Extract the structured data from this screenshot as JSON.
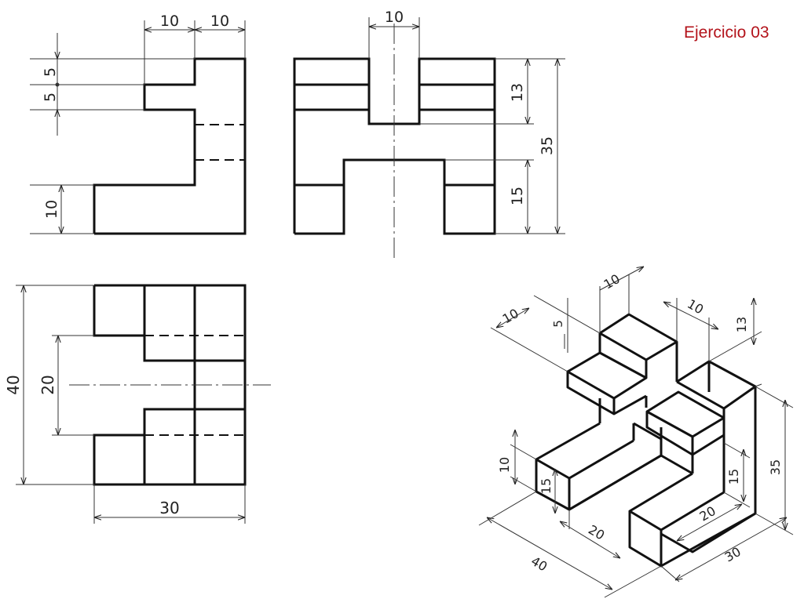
{
  "title": "Ejercicio 03",
  "front_view": {
    "dims": {
      "top_left": "10",
      "top_right": "10",
      "left_upper": "5",
      "left_lower": "5",
      "bottom_left": "10"
    }
  },
  "side_view": {
    "dims": {
      "top": "10",
      "right_upper": "13",
      "right_lower": "15",
      "right_total": "35"
    }
  },
  "top_view": {
    "dims": {
      "height_total": "40",
      "height_inner": "20",
      "width": "30"
    }
  },
  "isometric": {
    "dims": {
      "top_left": "10",
      "top_mid": "10",
      "step": "5",
      "top_right": "10",
      "right_top": "13",
      "left_height": "10",
      "front_height": "15",
      "right_mid": "15",
      "height_total": "35",
      "base_left": "20",
      "base_right": "20",
      "length": "40",
      "width": "30"
    }
  },
  "colors": {
    "line": "#111111",
    "title": "#b3131b",
    "dim": "#333333"
  }
}
